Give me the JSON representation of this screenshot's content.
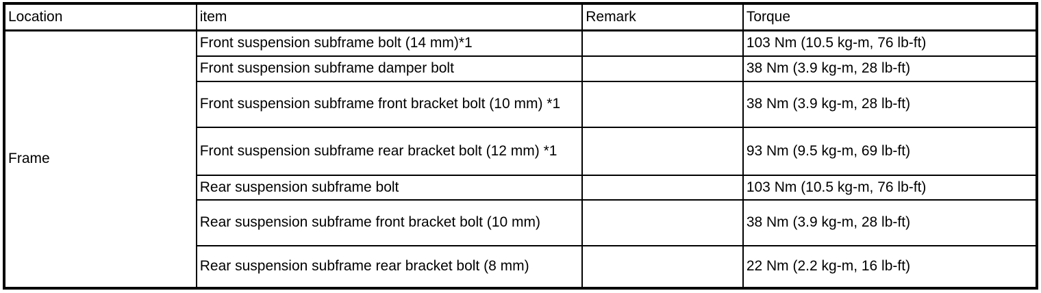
{
  "table": {
    "headers": {
      "location": "Location",
      "item": "item",
      "remark": "Remark",
      "torque": "Torque"
    },
    "location_group": "Frame",
    "rows": [
      {
        "item": "Front suspension subframe bolt (14 mm)*1",
        "remark": "",
        "torque": "103 Nm (10.5 kg-m, 76 lb-ft)"
      },
      {
        "item": "Front suspension subframe damper bolt",
        "remark": "",
        "torque": "38 Nm (3.9 kg-m, 28 lb-ft)"
      },
      {
        "item": "Front suspension subframe front bracket bolt (10 mm) *1",
        "remark": "",
        "torque": "38 Nm (3.9 kg-m, 28 lb-ft)"
      },
      {
        "item": "Front suspension subframe rear bracket bolt (12 mm) *1",
        "remark": "",
        "torque": "93 Nm (9.5 kg-m, 69 lb-ft)"
      },
      {
        "item": "Rear suspension subframe bolt",
        "remark": "",
        "torque": "103 Nm (10.5 kg-m, 76 lb-ft)"
      },
      {
        "item": "Rear suspension subframe front bracket bolt (10 mm)",
        "remark": "",
        "torque": "38 Nm (3.9 kg-m, 28 lb-ft)"
      },
      {
        "item": "Rear suspension subframe rear bracket bolt (8 mm)",
        "remark": "",
        "torque": "22 Nm (2.2 kg-m, 16 lb-ft)"
      }
    ]
  }
}
